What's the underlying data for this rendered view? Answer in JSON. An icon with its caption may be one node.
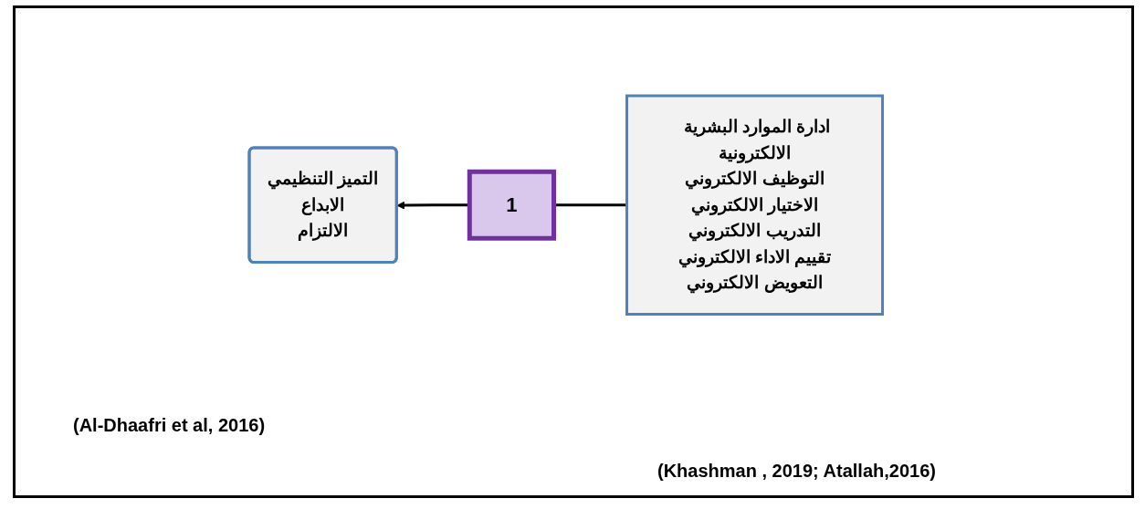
{
  "diagram": {
    "nodes": [
      {
        "text": [
          "ادارة الموارد البشرية الالكترونية",
          "التوظيف الالكتروني",
          "الاختيار الالكتروني",
          "التدريب الالكتروني",
          "تقييم الاداء الالكتروني",
          "التعويض الالكتروني"
        ]
      },
      {
        "text": [
          "1"
        ]
      },
      {
        "text": [
          "التميز التنظيمي",
          "الابداع",
          "الالتزام"
        ]
      }
    ],
    "edges": [
      {
        "from": 0,
        "to": 1,
        "arrow": "none"
      },
      {
        "from": 1,
        "to": 2,
        "arrow": "to"
      }
    ],
    "labels": [
      "(Al-Dhaafri et al, 2016)",
      "(Khashman , 2019; Atallah,2016)"
    ]
  }
}
